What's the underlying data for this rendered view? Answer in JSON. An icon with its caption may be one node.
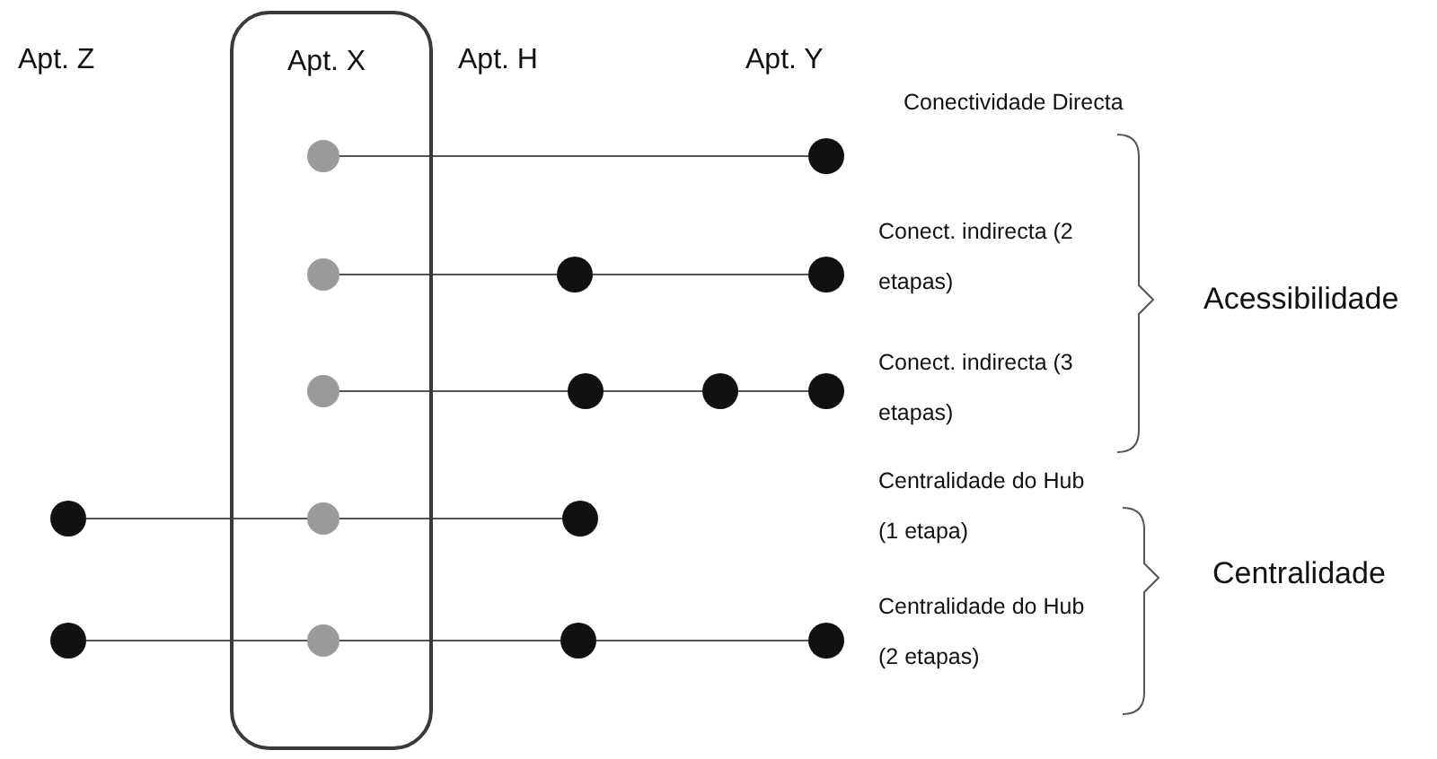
{
  "diagram": {
    "nodes": [
      {
        "text": [
          "Apt. X"
        ]
      },
      {
        "text": [],
        "shape": "circle",
        "in": 0
      },
      {
        "text": [],
        "shape": "circle"
      },
      {
        "text": [],
        "shape": "circle",
        "in": 0
      },
      {
        "text": [],
        "shape": "circle"
      },
      {
        "text": [],
        "shape": "circle"
      },
      {
        "text": [],
        "shape": "circle",
        "in": 0
      },
      {
        "text": [],
        "shape": "circle"
      },
      {
        "text": [],
        "shape": "circle"
      },
      {
        "text": [],
        "shape": "circle"
      },
      {
        "text": [],
        "shape": "circle"
      },
      {
        "text": [],
        "shape": "circle",
        "in": 0
      },
      {
        "text": [],
        "shape": "circle"
      },
      {
        "text": [],
        "shape": "circle"
      },
      {
        "text": [],
        "shape": "circle",
        "in": 0
      },
      {
        "text": [],
        "shape": "circle"
      },
      {
        "text": [],
        "shape": "circle"
      }
    ],
    "edges": [
      {
        "from": 1,
        "to": 2,
        "arrow": "none"
      },
      {
        "from": 3,
        "to": 4,
        "arrow": "none"
      },
      {
        "from": 4,
        "to": 5,
        "arrow": "none"
      },
      {
        "from": 6,
        "to": 7,
        "arrow": "none"
      },
      {
        "from": 7,
        "to": 8,
        "arrow": "none"
      },
      {
        "from": 8,
        "to": 9,
        "arrow": "none"
      },
      {
        "from": 10,
        "to": 11,
        "arrow": "none"
      },
      {
        "from": 11,
        "to": 12,
        "arrow": "none"
      },
      {
        "from": 13,
        "to": 14,
        "arrow": "none"
      },
      {
        "from": 14,
        "to": 15,
        "arrow": "none"
      },
      {
        "from": 15,
        "to": 16,
        "arrow": "none"
      }
    ],
    "labels": [
      "Apt. Z",
      "Apt. H",
      "Apt. Y",
      "Conectividade Directa",
      "Conect. indirecta (2 etapas)",
      "Acessibilidade",
      "Conect. indirecta (3 etapas)",
      "Centralidade do Hub (1 etapa)",
      "Centralidade",
      "Centralidade do Hub (2 etapas)"
    ]
  }
}
